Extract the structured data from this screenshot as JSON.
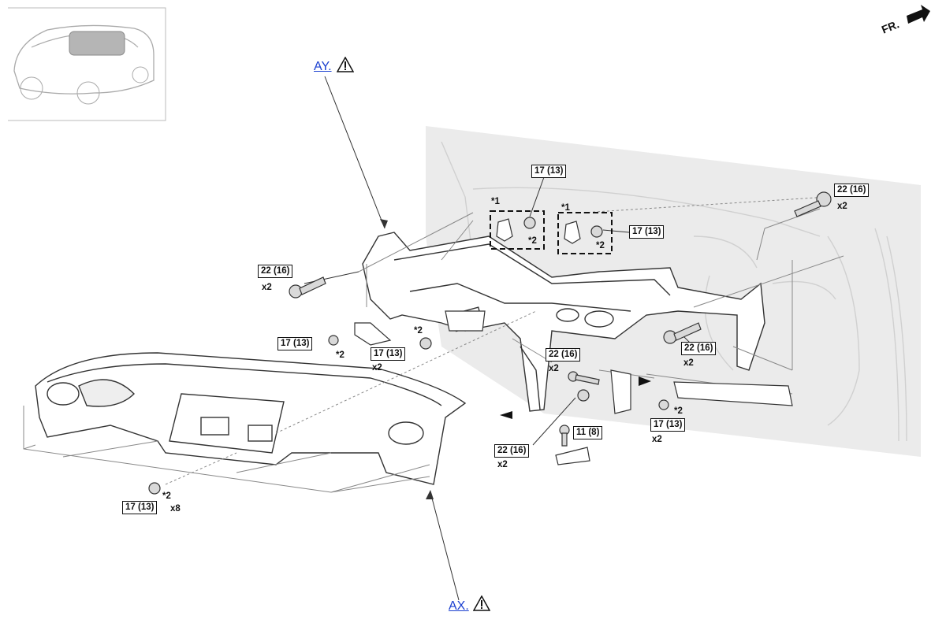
{
  "direction": {
    "label": "FR."
  },
  "links": {
    "ay": "AY.",
    "ax": "AX."
  },
  "icons": {
    "warning": "warning-triangle-icon",
    "arrow": "front-arrow-icon"
  },
  "callouts": {
    "t1": "17 (13)",
    "t2": "17 (13)",
    "t3": "22 (16)",
    "t4": "22 (16)",
    "t5": "17 (13)",
    "t6": "17 (13)",
    "t7": "22 (16)",
    "t8": "22 (16)",
    "t9": "22 (16)",
    "t10": "11 (8)",
    "t11": "17 (13)",
    "t12": "17 (13)"
  },
  "notes": {
    "star1": "*1",
    "star2": "*2",
    "x2": "x2",
    "x8": "x8"
  }
}
